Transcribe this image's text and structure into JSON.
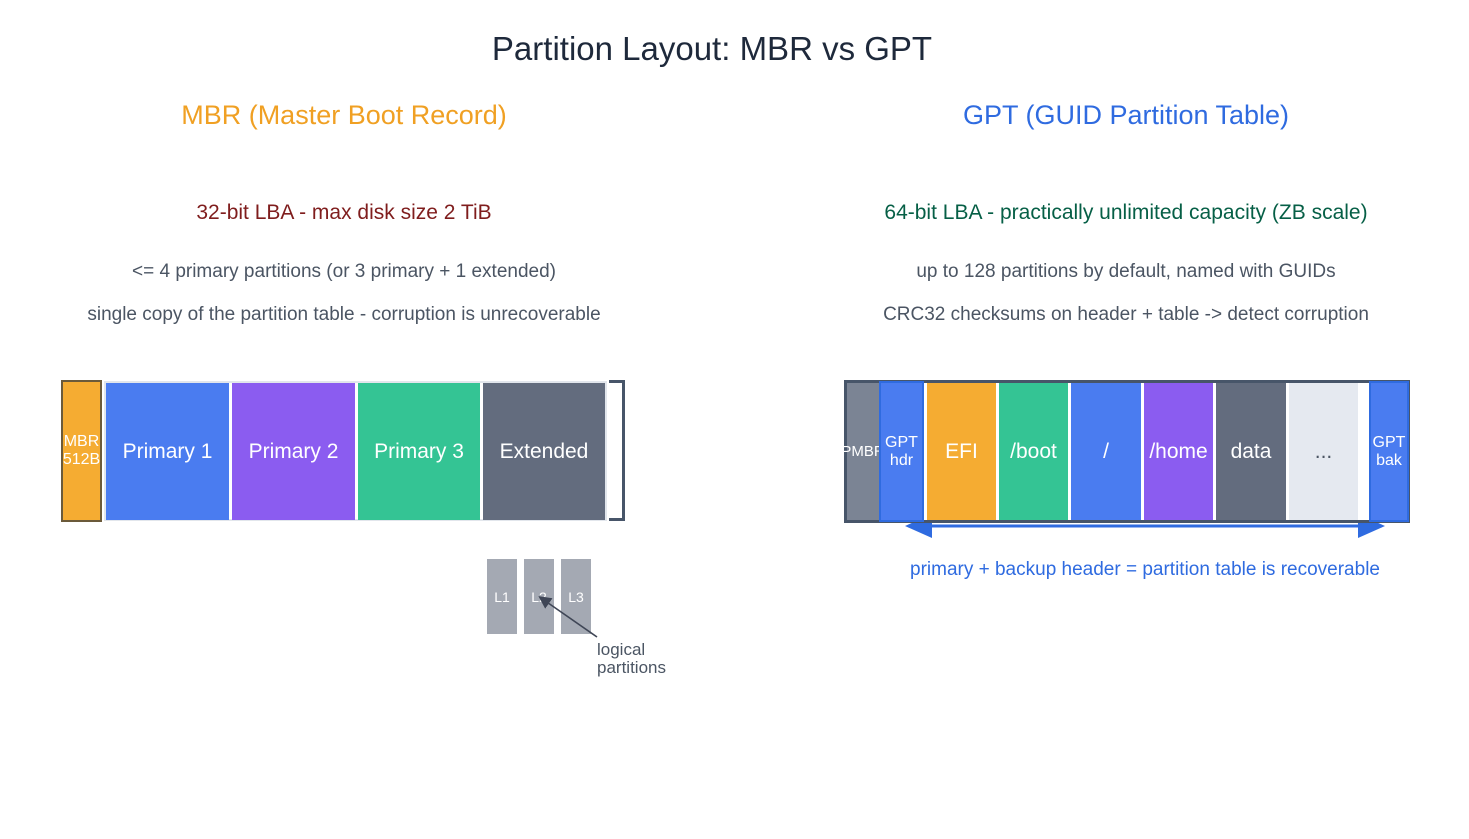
{
  "title": "Partition Layout: MBR vs GPT",
  "colors": {
    "mbr_accent": "#f0a023",
    "gpt_accent": "#2f6be0",
    "mbr_warn": "#7f1d1d",
    "gpt_good": "#065f46",
    "blue": "#4a7cf0",
    "purple": "#8b5cf0",
    "green": "#34c494",
    "slate": "#636c7e",
    "orange": "#f5ac32",
    "light": "#e5e9f0"
  },
  "mbr": {
    "heading": "MBR  (Master Boot Record)",
    "lba": "32-bit LBA  -  max disk size 2 TiB",
    "limit": "<= 4 primary partitions (or 3 primary + 1 extended)",
    "copy": "single copy of the partition table - corruption is unrecoverable",
    "boot_label": "MBR\n512B",
    "partitions": [
      "Primary 1",
      "Primary 2",
      "Primary 3",
      "Extended"
    ],
    "logical": [
      "L1",
      "L2",
      "L3"
    ],
    "logical_note": "logical\npartitions"
  },
  "gpt": {
    "heading": "GPT  (GUID Partition Table)",
    "lba": "64-bit LBA  -  practically unlimited capacity (ZB scale)",
    "limit": "up to 128 partitions by default, named with GUIDs",
    "crc": "CRC32 checksums on header + table  ->  detect corruption",
    "pmbr_label": "PMBR",
    "hdr_label": "GPT\nhdr",
    "bak_label": "GPT\nbak",
    "partitions": [
      "EFI",
      "/boot",
      "/",
      "/home",
      "data",
      "..."
    ],
    "recover_note": "primary + backup header  =  partition table is recoverable"
  }
}
